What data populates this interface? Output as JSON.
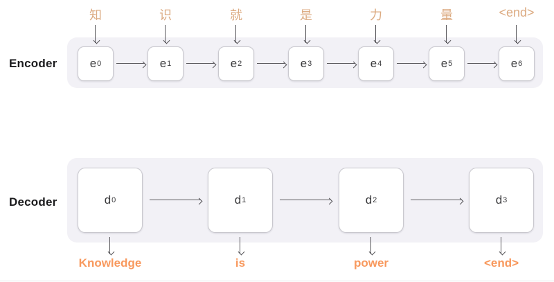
{
  "colors": {
    "input-token": "#dcab82",
    "output-token": "#f8995e",
    "container-bg": "#f2f1f6",
    "box-border": "#c9c8ce",
    "arrow": "#57565a",
    "cell-text": "#3a3a3c",
    "label-text": "#1b1b1d",
    "hairline": "#e7e7e9"
  },
  "encoder": {
    "label": "Encoder",
    "inputs": [
      "知",
      "识",
      "就",
      "是",
      "力",
      "量",
      "<end>"
    ],
    "cells": [
      {
        "base": "e",
        "sub": "0"
      },
      {
        "base": "e",
        "sub": "1"
      },
      {
        "base": "e",
        "sub": "2"
      },
      {
        "base": "e",
        "sub": "3"
      },
      {
        "base": "e",
        "sub": "4"
      },
      {
        "base": "e",
        "sub": "5"
      },
      {
        "base": "e",
        "sub": "6"
      }
    ]
  },
  "decoder": {
    "label": "Decoder",
    "cells": [
      {
        "base": "d",
        "sub": "0"
      },
      {
        "base": "d",
        "sub": "1"
      },
      {
        "base": "d",
        "sub": "2"
      },
      {
        "base": "d",
        "sub": "3"
      }
    ],
    "outputs": [
      "Knowledge",
      "is",
      "power",
      "<end>"
    ]
  }
}
